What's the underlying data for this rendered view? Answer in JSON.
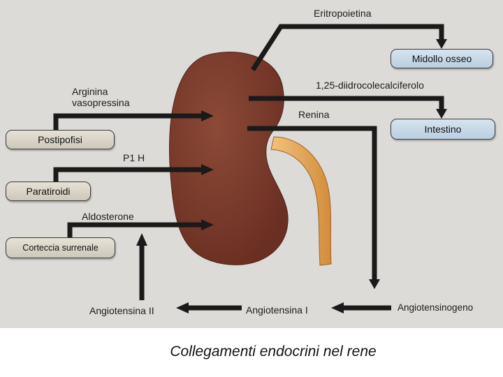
{
  "colors": {
    "paper": "#dcdbd7",
    "kidney": "#7a3b2c",
    "ureter": "#e6a655",
    "arrow": "#1a1a1a",
    "gland_box": "#d8d3c3",
    "target_box": "#c6d8e6"
  },
  "labels": {
    "eritropoietina": "Eritropoietina",
    "diidrocolecalciferolo": "1,25-diidrocolecalciferolo",
    "arginina": "Arginina\nvasopressina",
    "renina": "Renina",
    "p1h": "P1 H",
    "aldosterone": "Aldosterone",
    "angiotensinogeno": "Angiotensinogeno",
    "angiotensina_1": "Angiotensina I",
    "angiotensina_2": "Angiotensina II"
  },
  "boxes": {
    "midollo_osseo": "Midollo osseo",
    "intestino": "Intestino",
    "postipofisi": "Postipofisi",
    "paratiroidi": "Paratiroidi",
    "corteccia_surrenale": "Corteccia surrenale"
  },
  "caption": "Collegamenti endocrini nel rene"
}
